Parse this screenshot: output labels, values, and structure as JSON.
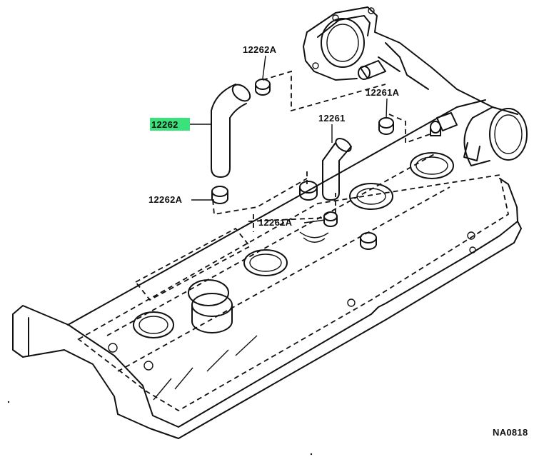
{
  "diagram": {
    "labels": {
      "hose_main": "12262",
      "clamp_top": "12262A",
      "clamp_bottom": "12262A",
      "hose_secondary": "12261",
      "clamp_secondary_top": "12261A",
      "clamp_secondary_bottom": "12261A",
      "figure_code": "NA0818"
    },
    "highlight_color": "#39e27a"
  }
}
